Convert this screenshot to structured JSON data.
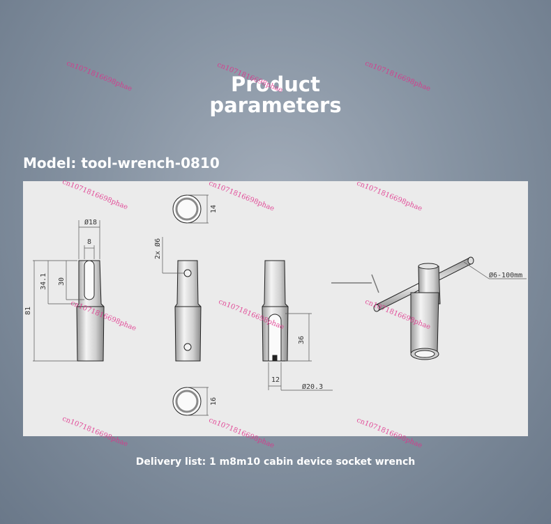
{
  "header": {
    "title_line1": "Product",
    "title_line2": "parameters"
  },
  "model_label": "Model: tool-wrench-0810",
  "drawing": {
    "dims": {
      "d18": "Ø18",
      "w8": "8",
      "h34": "34.1",
      "h30": "30",
      "h81": "81",
      "holes": "2x Ø6",
      "top14": "14",
      "bot16": "16",
      "h36": "36",
      "w12": "12",
      "d203": "Ø20.3",
      "rod": "Ø6-100mm"
    }
  },
  "watermark": "cn1071816698phae",
  "footer": {
    "delivery": "Delivery list: 1 m8m10 cabin device socket wrench"
  }
}
